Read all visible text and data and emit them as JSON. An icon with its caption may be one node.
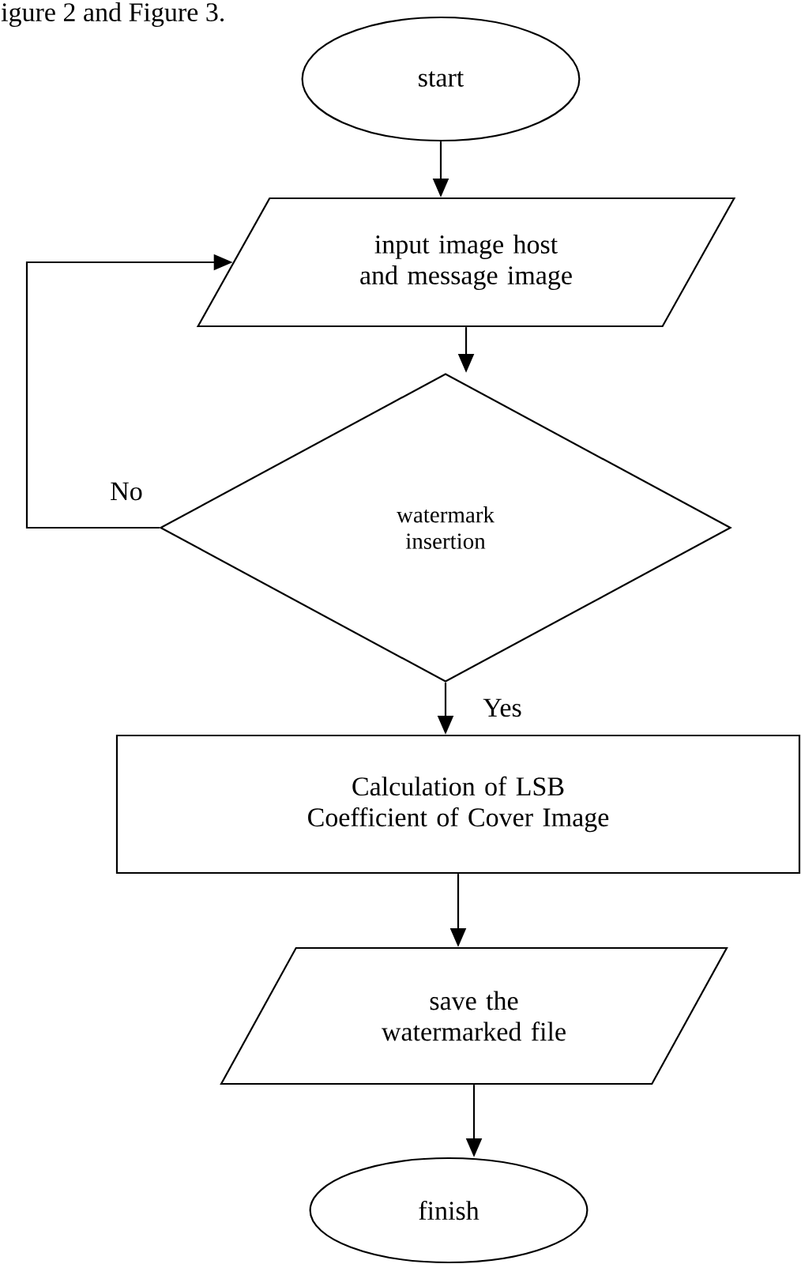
{
  "diagram": {
    "nodes": [
      {
        "text": [
          "start"
        ]
      },
      {
        "text": [
          "input image host and message image"
        ]
      },
      {
        "text": [
          "watermark insertion"
        ]
      },
      {
        "text": [
          "Calculation of LSB Coefficient of Cover Image"
        ]
      },
      {
        "text": [
          "save the watermarked file"
        ]
      },
      {
        "text": [
          "finish"
        ]
      }
    ],
    "edges": [
      {
        "from": 0,
        "to": 1,
        "arrow": "to"
      },
      {
        "from": 1,
        "to": 2,
        "arrow": "to"
      },
      {
        "from": 2,
        "to": 3,
        "arrow": "to",
        "label": "Yes"
      },
      {
        "from": 3,
        "to": 4,
        "arrow": "to"
      },
      {
        "from": 4,
        "to": 5,
        "arrow": "to"
      },
      {
        "from": 2,
        "to": 1,
        "arrow": "to",
        "label": "No"
      }
    ],
    "labels": [
      "igure 2 and Figure 3."
    ]
  }
}
